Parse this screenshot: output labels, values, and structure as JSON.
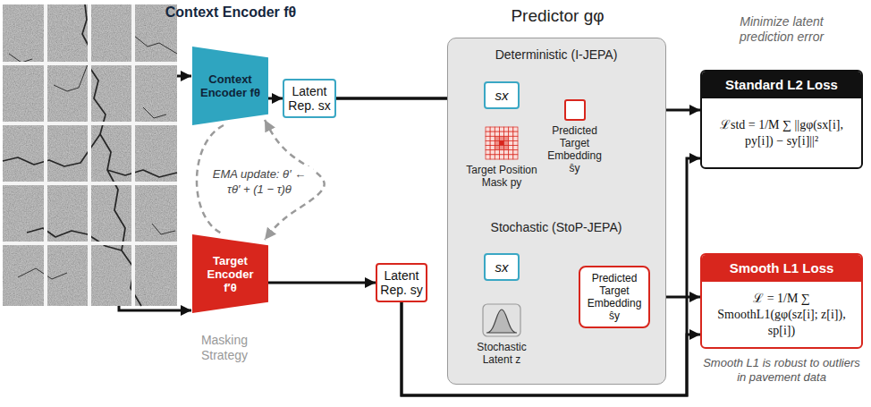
{
  "diagram": {
    "nodes": [
      {
        "text": [
          "Context Encoder fθ",
          "Context Encoder fθ"
        ]
      },
      {
        "text": [
          "Latent Rep. sx"
        ]
      },
      {
        "text": [
          "Target Encoder f′θ"
        ]
      },
      {
        "text": [
          "Latent Rep. sy"
        ]
      },
      {
        "text": [
          "Predictor gφ",
          "Deterministic (I-JEPA)",
          "Stochastic (StoP-JEPA)"
        ]
      },
      {
        "text": [
          "sx"
        ],
        "in": 4
      },
      {
        "text": [
          "Target Position Mask py"
        ],
        "in": 4
      },
      {
        "text": [
          "Predicted Target Embedding ŝy"
        ],
        "in": 4
      },
      {
        "text": [
          "sx"
        ],
        "in": 4
      },
      {
        "text": [
          "Stochastic Latent z"
        ],
        "in": 4
      },
      {
        "text": [
          "Predicted Target Embedding ŝy"
        ],
        "in": 4
      },
      {
        "text": [
          "Standard L2 Loss",
          "ℒstd = 1/M ∑ ||gφ(sx[i], py[i]) − sy[i]||²"
        ]
      },
      {
        "text": [
          "Smooth L1 Loss",
          "ℒ = 1/M ∑ SmoothL1(gφ(sz[i]; z[i]), sp[i])"
        ]
      }
    ],
    "edges": [
      {
        "from": 0,
        "to": 1,
        "arrow": "to"
      },
      {
        "from": 1,
        "to": 5,
        "arrow": "to"
      },
      {
        "from": 1,
        "to": 8,
        "arrow": "to"
      },
      {
        "from": 5,
        "to": 7,
        "arrow": "to"
      },
      {
        "from": 6,
        "to": 7,
        "arrow": "to"
      },
      {
        "from": 7,
        "to": 11,
        "arrow": "to"
      },
      {
        "from": 8,
        "to": 10,
        "arrow": "to"
      },
      {
        "from": 9,
        "to": 10,
        "arrow": "to"
      },
      {
        "from": 10,
        "to": 12,
        "arrow": "to"
      },
      {
        "from": 2,
        "to": 3,
        "arrow": "to"
      },
      {
        "from": 3,
        "to": 11,
        "arrow": "to"
      },
      {
        "from": 3,
        "to": 12,
        "arrow": "to"
      },
      {
        "from": 0,
        "to": 2,
        "label": "EMA update: θ′ ← τθ′ + (1 − τ)θ",
        "arrow": "both"
      }
    ],
    "labels": [
      "Minimize latent prediction error",
      "Masking Strategy",
      "Smooth L1 is robust to outliers in pavement data"
    ]
  }
}
